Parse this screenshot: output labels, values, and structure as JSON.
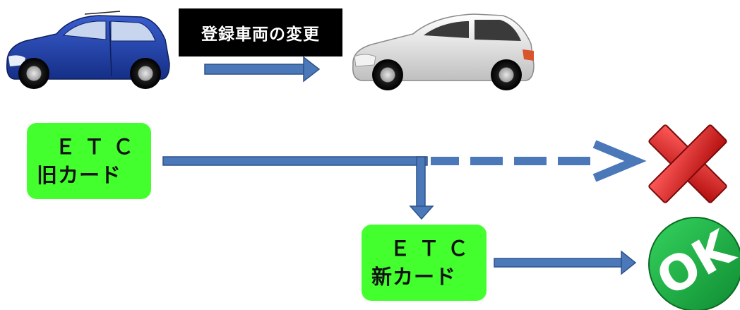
{
  "title": "登録車両の変更",
  "old_card": {
    "line1": "ＥＴＣ",
    "line2": "旧カード"
  },
  "new_card": {
    "line1": "ＥＴＣ",
    "line2": "新カード"
  },
  "ok_badge": "OK",
  "icons": {
    "old_car": "blue-hatchback-car-icon",
    "new_car": "white-hatchback-car-icon",
    "reject": "red-x-icon",
    "accept": "green-ok-badge-icon"
  },
  "colors": {
    "arrow": "#4a78b8",
    "card": "#44ff2e",
    "reject": "#d81e1e",
    "ok": "#1aa83f",
    "old_car": "#1d3d9c",
    "new_car": "#d8d8d8"
  }
}
